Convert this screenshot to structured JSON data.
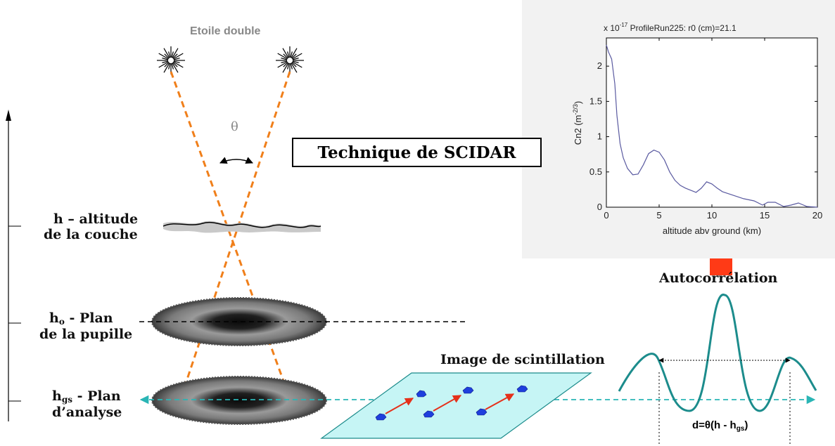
{
  "star_label": "Etoile double",
  "theta_label": "θ",
  "title": "Technique de SCIDAR",
  "layers": {
    "h_label_line1": "h – altitude",
    "h_label_line2": "de la couche",
    "h0_main": "h",
    "h0_sub": "o",
    "h0_rest": " - Plan",
    "h0_line2": "de la pupille",
    "hgs_main": "h",
    "hgs_sub": "gs",
    "hgs_rest": " - Plan",
    "hgs_line2": "d’analyse"
  },
  "scint_label": "Image de scintillation",
  "autocorr_label": "Autocorrélation",
  "d_formula": {
    "prefix": "d=θ(h - h",
    "sub": "gs",
    "suffix": ")"
  },
  "chart_data": {
    "type": "line",
    "title_exp": "x 10",
    "title_exp_power": "-17",
    "title": "ProfileRun225: r0 (cm)=21.1",
    "xlabel": "altitude abv ground (km)",
    "ylabel_base": "Cn2 (m",
    "ylabel_power": "-2/3",
    "ylabel_close": ")",
    "xlim": [
      0,
      20
    ],
    "ylim": [
      0,
      2.4
    ],
    "xticks": [
      "0",
      "5",
      "10",
      "15",
      "20"
    ],
    "xtick_values": [
      0,
      5,
      10,
      15,
      20
    ],
    "yticks": [
      "0",
      "0.5",
      "1",
      "1.5",
      "2"
    ],
    "ytick_values": [
      0,
      0.5,
      1,
      1.5,
      2
    ],
    "grid": false,
    "series": [
      {
        "color": "#5a5aa0",
        "x": [
          0,
          0.2,
          0.5,
          0.8,
          1.0,
          1.3,
          1.6,
          2.0,
          2.5,
          3.0,
          3.5,
          4.0,
          4.5,
          5.0,
          5.5,
          6.0,
          6.5,
          7.0,
          7.5,
          8.0,
          8.5,
          9.0,
          9.5,
          10.0,
          10.5,
          11.0,
          12.0,
          13.0,
          14.0,
          14.8,
          15.3,
          16.0,
          16.8,
          17.5,
          18.2,
          19.0,
          20.0
        ],
        "y": [
          2.3,
          2.2,
          2.1,
          1.75,
          1.3,
          0.9,
          0.7,
          0.55,
          0.46,
          0.47,
          0.6,
          0.76,
          0.81,
          0.78,
          0.67,
          0.5,
          0.38,
          0.31,
          0.27,
          0.24,
          0.21,
          0.27,
          0.36,
          0.33,
          0.27,
          0.22,
          0.17,
          0.12,
          0.09,
          0.03,
          0.07,
          0.07,
          0.01,
          0.03,
          0.06,
          0.01,
          0.0
        ]
      }
    ]
  }
}
